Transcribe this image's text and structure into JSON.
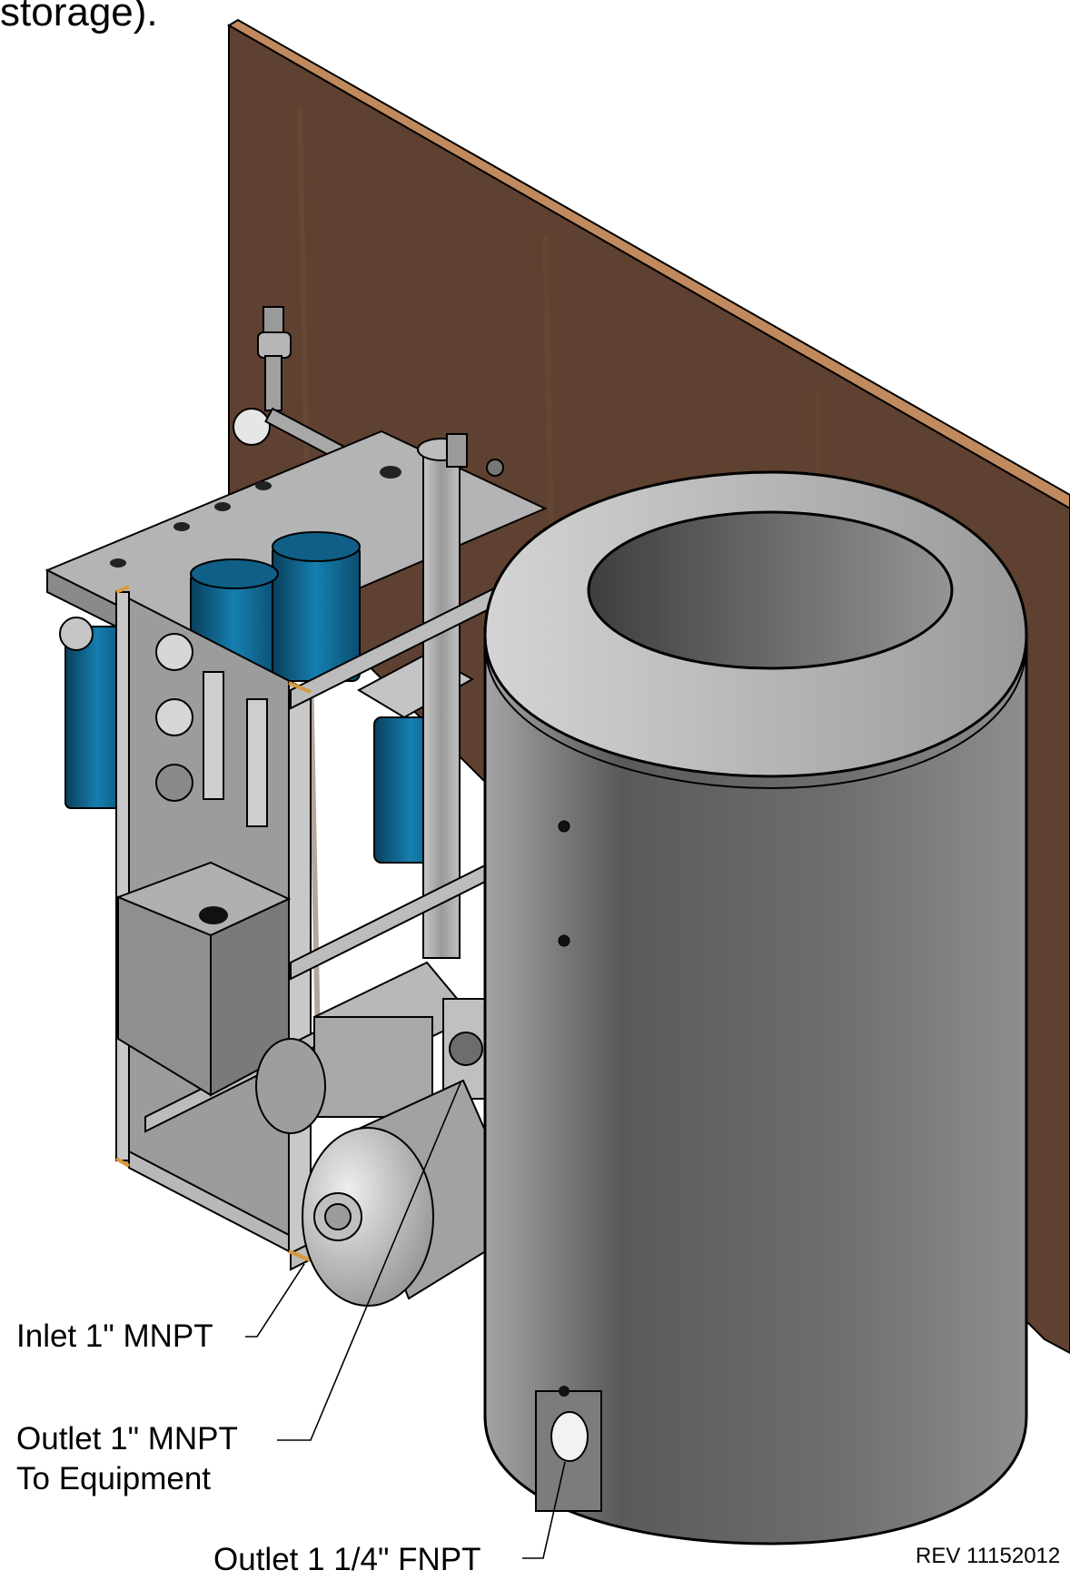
{
  "header": {
    "caption": "storage)."
  },
  "callouts": {
    "inlet": "Inlet 1\" MNPT",
    "outlet_equipment_line1": "Outlet 1\" MNPT",
    "outlet_equipment_line2": "To Equipment",
    "outlet_fnpt": "Outlet 1 1/4\" FNPT"
  },
  "footer": {
    "revision": "REV 11152012"
  },
  "colors": {
    "wall_board": "#5e4130",
    "wall_edge": "#c08a5e",
    "filter_blue": "#0e6a94",
    "tank_gray": "#777777",
    "frame_gray": "#b0b0b0",
    "frame_accent": "#d79a3a"
  }
}
